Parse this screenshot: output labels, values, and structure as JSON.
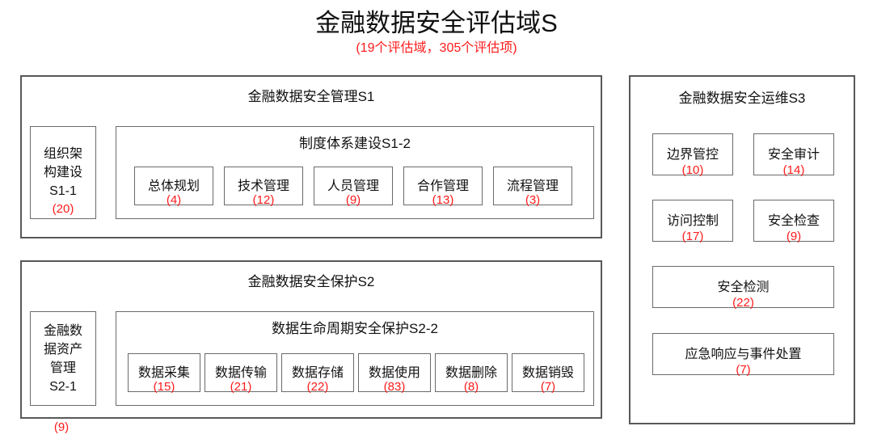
{
  "title": {
    "main": "金融数据安全评估域S",
    "sub": "(19个评估域，305个评估项)",
    "sub_color": "#ff1a1a"
  },
  "sections": [
    {
      "id": "S1",
      "heading": "金融数据安全管理S1",
      "side": {
        "label": "组织架构\n构建设\nS1-1",
        "label_lines": "组织架\n构建设\nS1-1",
        "count": "(20)"
      },
      "group": {
        "heading": "制度体系建设S1-2",
        "items": [
          {
            "label": "总体规划",
            "count": "(4)"
          },
          {
            "label": "技术管理",
            "count": "(12)"
          },
          {
            "label": "人员管理",
            "count": "(9)"
          },
          {
            "label": "合作管理",
            "count": "(13)"
          },
          {
            "label": "流程管理",
            "count": "(3)"
          }
        ]
      }
    },
    {
      "id": "S2",
      "heading": "金融数据安全保护S2",
      "side": {
        "label_lines": "金融数\n据资产\n管理\nS2-1",
        "count": "(9)"
      },
      "group": {
        "heading": "数据生命周期安全保护S2-2",
        "items": [
          {
            "label": "数据采集",
            "count": "(15)"
          },
          {
            "label": "数据传输",
            "count": "(21)"
          },
          {
            "label": "数据存储",
            "count": "(22)"
          },
          {
            "label": "数据使用",
            "count": "(83)"
          },
          {
            "label": "数据删除",
            "count": "(8)"
          },
          {
            "label": "数据销毁",
            "count": "(7)"
          }
        ]
      }
    },
    {
      "id": "S3",
      "heading": "金融数据安全运维S3",
      "items": [
        {
          "label": "边界管控",
          "count": "(10)"
        },
        {
          "label": "安全审计",
          "count": "(14)"
        },
        {
          "label": "访问控制",
          "count": "(17)"
        },
        {
          "label": "安全检查",
          "count": "(9)"
        },
        {
          "label": "安全检测",
          "count": "(22)"
        },
        {
          "label": "应急响应与事件处置",
          "count": "(7)"
        }
      ]
    }
  ],
  "colors": {
    "border": "#585858",
    "inner_border": "#6a6a6a",
    "text": "#111111",
    "accent_red": "#ff1a1a",
    "background": "#ffffff"
  }
}
